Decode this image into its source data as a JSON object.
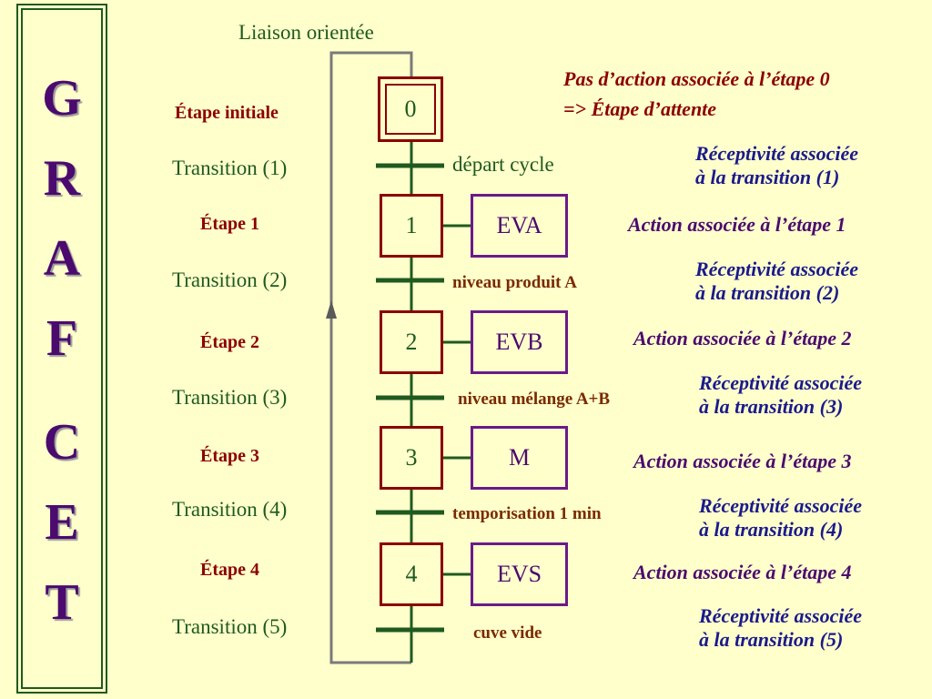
{
  "side_title": [
    "G",
    "R",
    "A",
    "F",
    "C",
    "E",
    "T"
  ],
  "liaison_label": "Liaison orientée",
  "note_initial": {
    "line1": "Pas d’action associée à l’étape 0",
    "line2": "=> Étape d’attente"
  },
  "steps": [
    {
      "number": "0",
      "label": "Étape initiale",
      "action": "",
      "action_label": ""
    },
    {
      "number": "1",
      "label": "Étape 1",
      "action": "EVA",
      "action_label": "Action associée à l’étape 1"
    },
    {
      "number": "2",
      "label": "Étape 2",
      "action": "EVB",
      "action_label": "Action associée à l’étape 2"
    },
    {
      "number": "3",
      "label": "Étape 3",
      "action": "M",
      "action_label": "Action associée à l’étape 3"
    },
    {
      "number": "4",
      "label": "Étape 4",
      "action": "EVS",
      "action_label": "Action associée à l’étape 4"
    }
  ],
  "transitions": [
    {
      "label": "Transition (1)",
      "condition": "départ cycle",
      "rec_line1": "Réceptivité associée",
      "rec_line2": "à la transition (1)"
    },
    {
      "label": "Transition (2)",
      "condition": "niveau produit A",
      "rec_line1": "Réceptivité associée",
      "rec_line2": "à la transition (2)"
    },
    {
      "label": "Transition (3)",
      "condition": "niveau mélange A+B",
      "rec_line1": "Réceptivité associée",
      "rec_line2": "à la transition (3)"
    },
    {
      "label": "Transition (4)",
      "condition": "temporisation 1 min",
      "rec_line1": "Réceptivité associée",
      "rec_line2": "à la transition (4)"
    },
    {
      "label": "Transition (5)",
      "condition": "cuve vide",
      "rec_line1": "Réceptivité associée",
      "rec_line2": "à la transition (5)"
    }
  ],
  "colors": {
    "background": "#ffffcc",
    "link_green": "#1f5a1f",
    "step_border": "#8b0000",
    "action_border": "#6a1a8a",
    "return_link": "#7a7a7a"
  }
}
